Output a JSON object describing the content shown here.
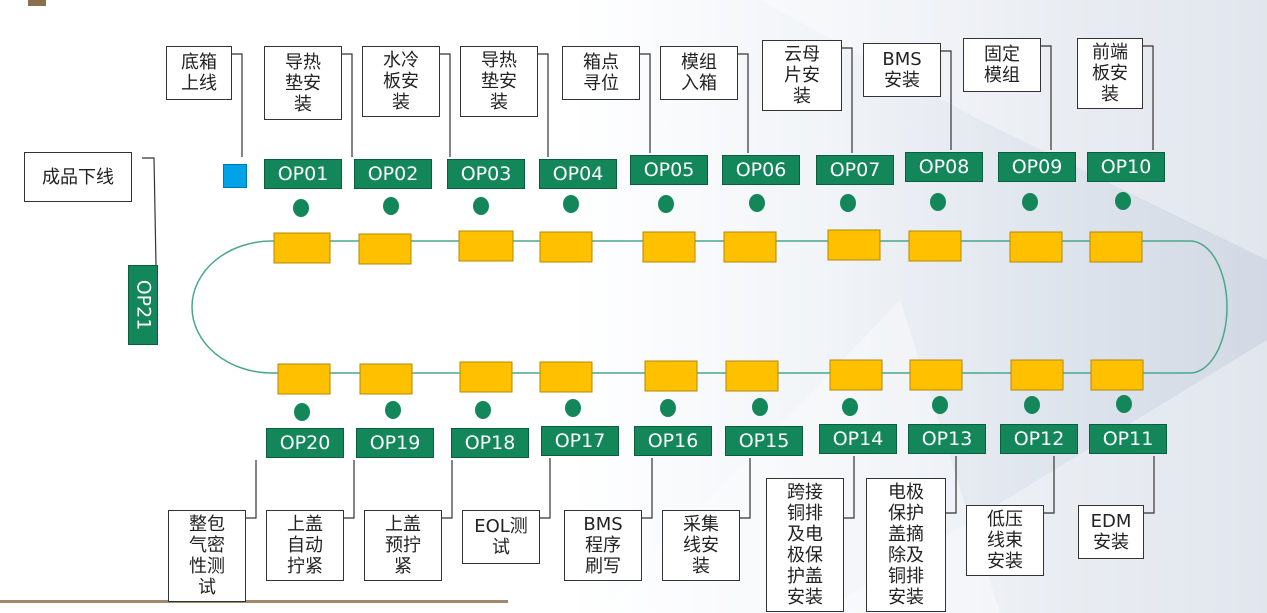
{
  "colors": {
    "op_fill": "#13865a",
    "pallet_fill": "#ffc000",
    "dot_fill": "#13865a",
    "track_line": "#4aa88a",
    "marker": "#00a2e8"
  },
  "exit_station": {
    "label": "成品下线",
    "op": "OP21"
  },
  "top_stations": [
    {
      "op": "OP01",
      "label": "底箱\n上线"
    },
    {
      "op": "OP02",
      "label": "导热\n垫安\n装"
    },
    {
      "op": "OP03",
      "label": "水冷\n板安\n装"
    },
    {
      "op": "OP04",
      "label": "导热\n垫安\n装"
    },
    {
      "op": "OP05",
      "label": "箱点\n寻位"
    },
    {
      "op": "OP06",
      "label": "模组\n入箱"
    },
    {
      "op": "OP07",
      "label": "云母\n片安\n装"
    },
    {
      "op": "OP08",
      "label": "BMS\n安装"
    },
    {
      "op": "OP09",
      "label": "固定\n模组"
    },
    {
      "op": "OP10",
      "label": "前端\n板安\n装"
    }
  ],
  "bottom_stations": [
    {
      "op": "OP20",
      "label": "整包\n气密\n性测\n试"
    },
    {
      "op": "OP19",
      "label": "上盖\n自动\n拧紧"
    },
    {
      "op": "OP18",
      "label": "上盖\n预拧\n紧"
    },
    {
      "op": "OP17",
      "label": "EOL测\n试"
    },
    {
      "op": "OP16",
      "label": "BMS\n程序\n刷写"
    },
    {
      "op": "OP15",
      "label": "采集\n线安\n装"
    },
    {
      "op": "OP14",
      "label": "跨接\n铜排\n及电\n极保\n护盖\n安装"
    },
    {
      "op": "OP13",
      "label": "电极\n保护\n盖摘\n除及\n铜排\n安装"
    },
    {
      "op": "OP12",
      "label": "低压\n线束\n安装"
    },
    {
      "op": "OP11",
      "label": "EDM\n安装"
    }
  ]
}
